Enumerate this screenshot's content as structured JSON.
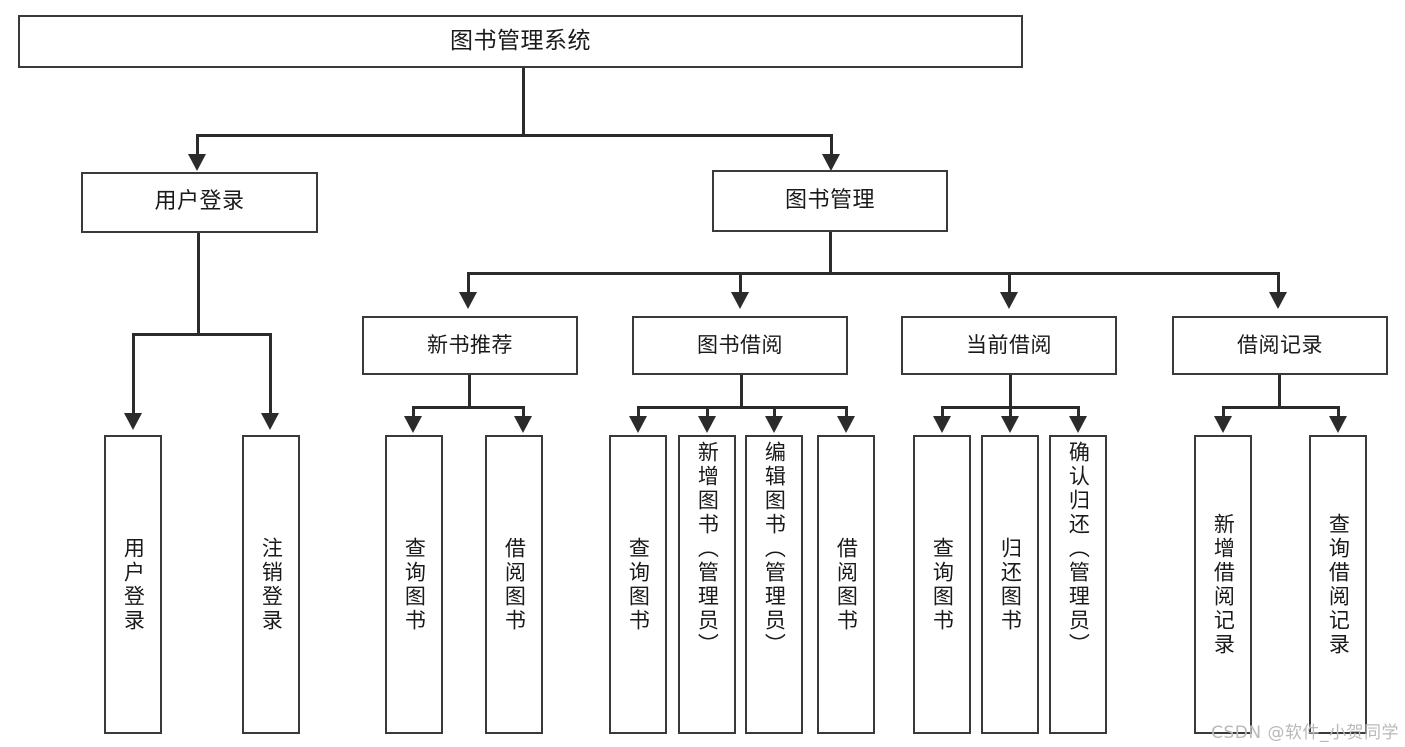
{
  "diagram": {
    "type": "tree-hierarchy-chart",
    "title": "图书管理系统",
    "watermark": "CSDN @软件_小贺同学",
    "colors": {
      "background": "#ffffff",
      "box_border": "#3a3a3a",
      "connector": "#2b2b2b",
      "text": "#1a1a1a",
      "watermark": "#b9b9b9"
    },
    "root": {
      "label": "图书管理系统"
    },
    "level2": [
      {
        "id": "user-login",
        "label": "用户登录"
      },
      {
        "id": "book-management",
        "label": "图书管理"
      }
    ],
    "level3": [
      {
        "id": "new-book-recommend",
        "label": "新书推荐",
        "parent": "book-management"
      },
      {
        "id": "book-borrow",
        "label": "图书借阅",
        "parent": "book-management"
      },
      {
        "id": "current-borrow",
        "label": "当前借阅",
        "parent": "book-management"
      },
      {
        "id": "borrow-record",
        "label": "借阅记录",
        "parent": "book-management"
      }
    ],
    "leaves": [
      {
        "id": "leaf-user-login",
        "label": "用户登录",
        "parent": "user-login"
      },
      {
        "id": "leaf-logout",
        "label": "注销登录",
        "parent": "user-login"
      },
      {
        "id": "leaf-query-book-1",
        "label": "查询图书",
        "parent": "new-book-recommend"
      },
      {
        "id": "leaf-borrow-book-1",
        "label": "借阅图书",
        "parent": "new-book-recommend"
      },
      {
        "id": "leaf-query-book-2",
        "label": "查询图书",
        "parent": "book-borrow"
      },
      {
        "id": "leaf-add-book-admin",
        "label": "新增图书（管理员）",
        "parent": "book-borrow"
      },
      {
        "id": "leaf-edit-book-admin",
        "label": "编辑图书（管理员）",
        "parent": "book-borrow"
      },
      {
        "id": "leaf-borrow-book-2",
        "label": "借阅图书",
        "parent": "book-borrow"
      },
      {
        "id": "leaf-query-book-3",
        "label": "查询图书",
        "parent": "current-borrow"
      },
      {
        "id": "leaf-return-book",
        "label": "归还图书",
        "parent": "current-borrow"
      },
      {
        "id": "leaf-confirm-return-admin",
        "label": "确认归还（管理员）",
        "parent": "current-borrow"
      },
      {
        "id": "leaf-add-borrow-record",
        "label": "新增借阅记录",
        "parent": "borrow-record"
      },
      {
        "id": "leaf-query-borrow-record",
        "label": "查询借阅记录",
        "parent": "borrow-record"
      }
    ]
  }
}
